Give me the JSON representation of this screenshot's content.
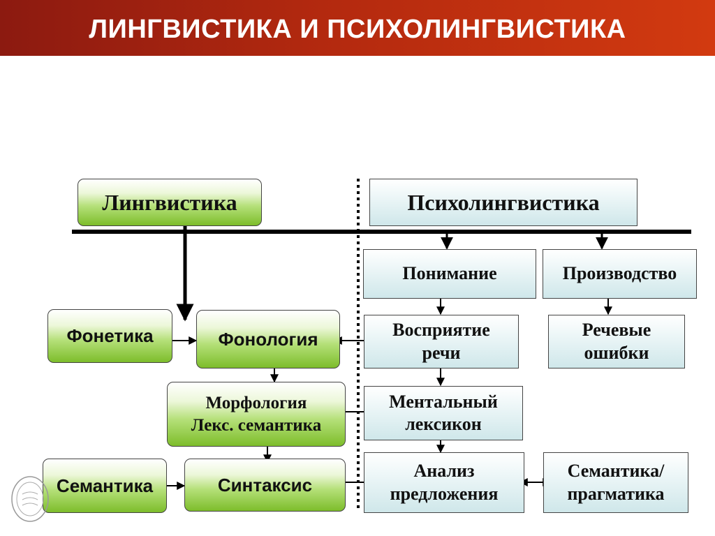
{
  "header": {
    "title": "ЛИНГВИСТИКА И ПСИХОЛИНГВИСТИКА"
  },
  "linguistics": {
    "title": "Лингвистика",
    "phonetics": "Фонетика",
    "phonology": "Фонология",
    "morphology": [
      "Морфология",
      "Лекс. семантика"
    ],
    "semantics": "Семантика",
    "syntax": "Синтаксис"
  },
  "psycholinguistics": {
    "title": "Психолингвистика",
    "comprehension": "Понимание",
    "production": "Производство",
    "perception": [
      "Восприятие",
      "речи"
    ],
    "speech_errors": [
      "Речевые",
      "ошибки"
    ],
    "mental_lexicon": [
      "Ментальный",
      "лексикон"
    ],
    "sentence_analysis": [
      "Анализ",
      "предложения"
    ],
    "semantics_pragmatics": [
      "Семантика/",
      "прагматика"
    ]
  },
  "colors": {
    "header": "#b3290f",
    "green_box": "#7dbd2b",
    "blue_box": "#cfe7ea"
  }
}
